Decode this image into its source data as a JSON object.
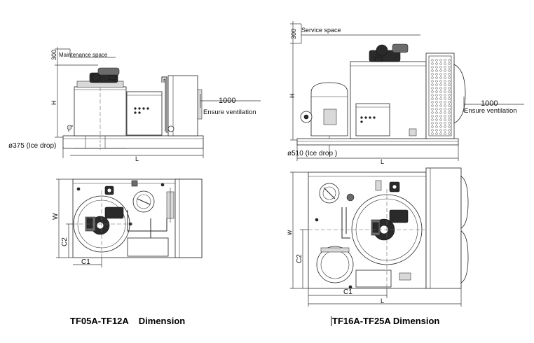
{
  "left": {
    "maintenance_label": "Maintenance space",
    "dim_300": "300",
    "dim_h": "H",
    "dim_1000": "1000",
    "ventilation_label": "Ensure ventilation",
    "ice_drop_label": "ø375 (Ice drop)",
    "dim_l": "L",
    "dim_w": "W",
    "dim_c1": "C1",
    "dim_c2": "C2",
    "caption": "TF05A-TF12A    Dimension"
  },
  "right": {
    "service_label": "Service space",
    "dim_300": "300",
    "dim_h": "H",
    "dim_1000": "1000",
    "ventilation_label": "Ensure ventilation",
    "ice_drop_label": "ø510 (Ice drop )",
    "dim_l": "L",
    "dim_w": "w",
    "dim_c1": "C1",
    "dim_c2": "C2",
    "caption": "TF16A-TF25A Dimension"
  }
}
